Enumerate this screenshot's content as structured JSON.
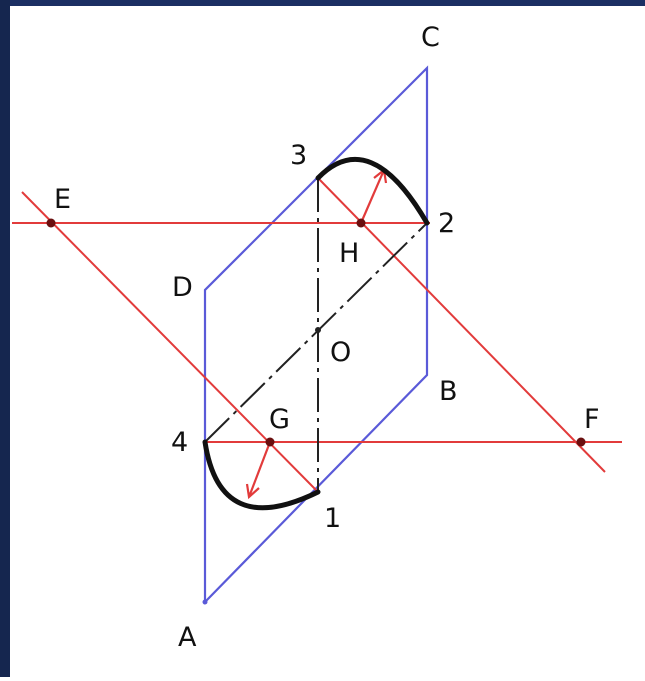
{
  "labels": {
    "A": "A",
    "B": "B",
    "C": "C",
    "D": "D",
    "E": "E",
    "F": "F",
    "G": "G",
    "H": "H",
    "O": "O",
    "p1": "1",
    "p2": "2",
    "p3": "3",
    "p4": "4"
  },
  "colors": {
    "frame": "#1b2f63",
    "outline": "#5a5ad8",
    "red_line": "#e23b3b",
    "dark_red_point": "#6a0f0f",
    "arc": "#111111",
    "dash": "#222222",
    "text": "#111111"
  }
}
